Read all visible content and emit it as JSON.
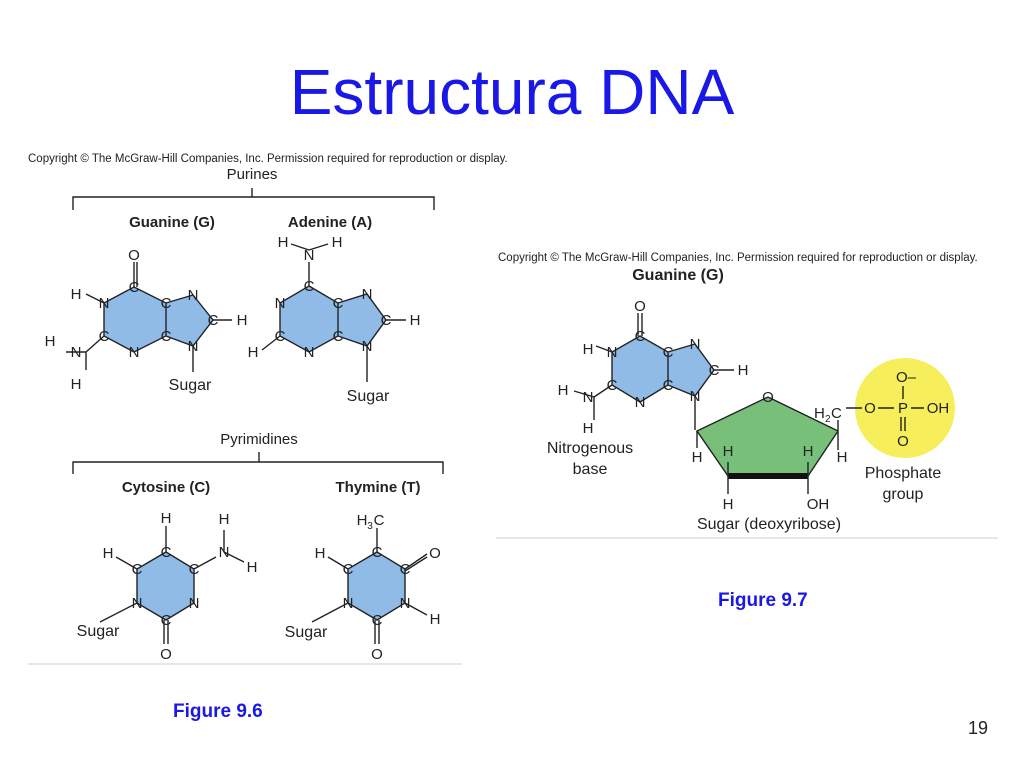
{
  "slide": {
    "title": "Estructura DNA",
    "page_number": "19"
  },
  "colors": {
    "title": "#1a18e6",
    "base_ring": "#8fbbe6",
    "sugar_ring": "#78c07a",
    "phosphate": "#f6ee5a"
  },
  "figure_left": {
    "copyright": "Copyright © The McGraw-Hill Companies, Inc. Permission required for reproduction or display.",
    "purines_label": "Purines",
    "pyrimidines_label": "Pyrimidines",
    "guanine_label": "Guanine (G)",
    "adenine_label": "Adenine (A)",
    "cytosine_label": "Cytosine (C)",
    "thymine_label": "Thymine (T)",
    "sugar": "Sugar",
    "caption": "Figure 9.6"
  },
  "figure_right": {
    "copyright": "Copyright © The McGraw-Hill Companies, Inc. Permission required for reproduction or display.",
    "guanine_label": "Guanine (G)",
    "nitrogenous_base_1": "Nitrogenous",
    "nitrogenous_base_2": "base",
    "sugar_label": "Sugar (deoxyribose)",
    "phosphate_1": "Phosphate",
    "phosphate_2": "group",
    "h2c": "H",
    "h2c_sub": "2",
    "h2c_c": "C",
    "caption": "Figure 9.7"
  },
  "atoms": {
    "C": "C",
    "N": "N",
    "O": "O",
    "H": "H",
    "OH": "OH",
    "P": "P",
    "Om": "O–",
    "H3": "H",
    "sub3": "3"
  }
}
